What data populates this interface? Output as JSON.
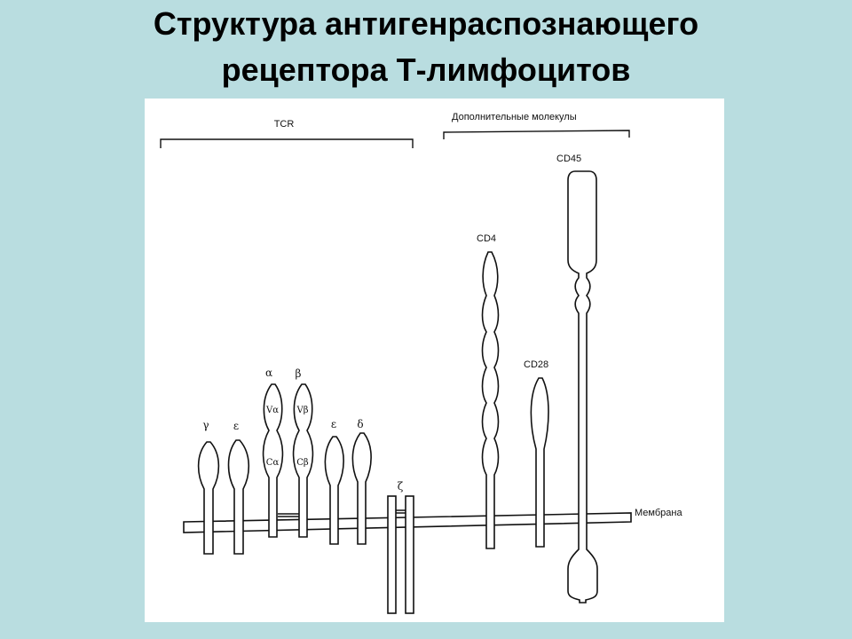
{
  "title": {
    "line1": "Структура антигенраспознающего",
    "line2": "рецептора Т-лимфоцитов"
  },
  "diagram": {
    "group_tcr": "TCR",
    "group_additional": "Дополнительные молекулы",
    "membrane": "Мембрана",
    "chains": {
      "gamma": "γ",
      "epsilon_left": "ε",
      "alpha": "α",
      "beta": "β",
      "epsilon_right": "ε",
      "delta": "δ",
      "zeta": "ζ"
    },
    "domains": {
      "v_alpha": "Vα",
      "c_alpha": "Cα",
      "v_beta": "Vβ",
      "c_beta": "Cβ"
    },
    "molecules": {
      "cd4": "CD4",
      "cd28": "CD28",
      "cd45": "CD45"
    }
  },
  "colors": {
    "background": "#b9dde0",
    "figure_background": "#ffffff",
    "ink": "#111111"
  }
}
